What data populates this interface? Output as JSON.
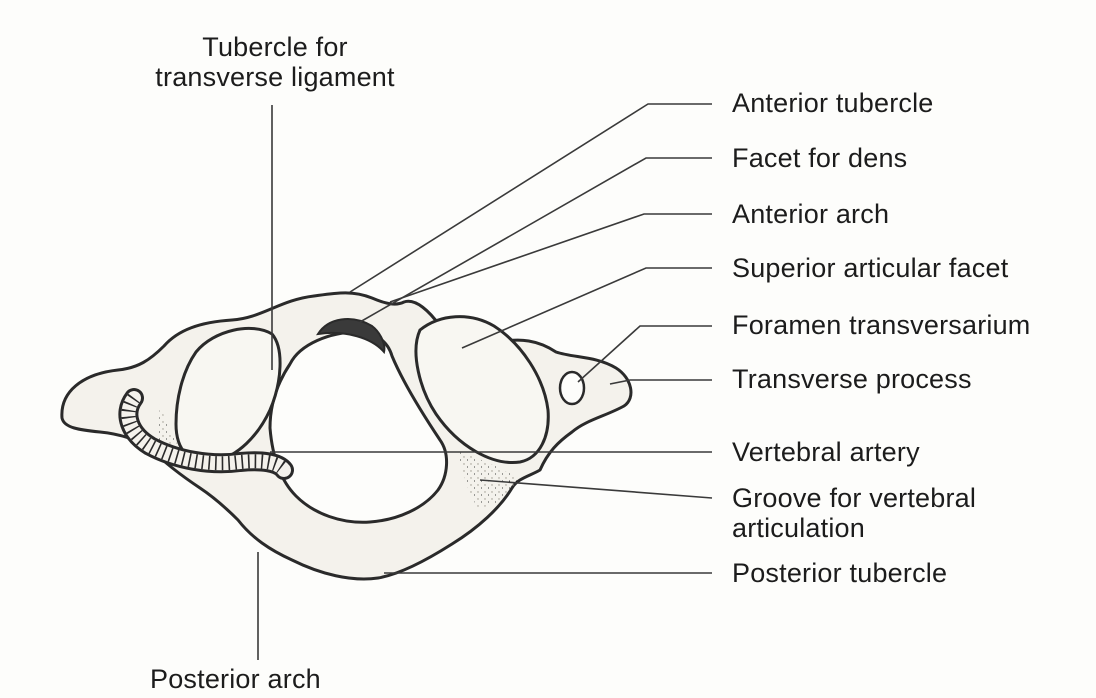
{
  "diagram": {
    "labels": {
      "tubercle_for_transverse_ligament": [
        "Tubercle for",
        "transverse ligament"
      ],
      "anterior_tubercle": "Anterior tubercle",
      "facet_for_dens": "Facet for dens",
      "anterior_arch": "Anterior arch",
      "superior_articular_facet": "Superior articular facet",
      "foramen_transversarium": "Foramen transversarium",
      "transverse_process": "Transverse process",
      "vertebral_artery": "Vertebral artery",
      "groove_for_vertebral_articulation": [
        "Groove for vertebral",
        "articulation"
      ],
      "posterior_tubercle": "Posterior tubercle",
      "posterior_arch": "Posterior arch"
    },
    "colors": {
      "background": "#fdfdfb",
      "line": "#2a2a2a",
      "bone_fill": "#f4f2ec",
      "shade": "#d7d3ca"
    }
  }
}
